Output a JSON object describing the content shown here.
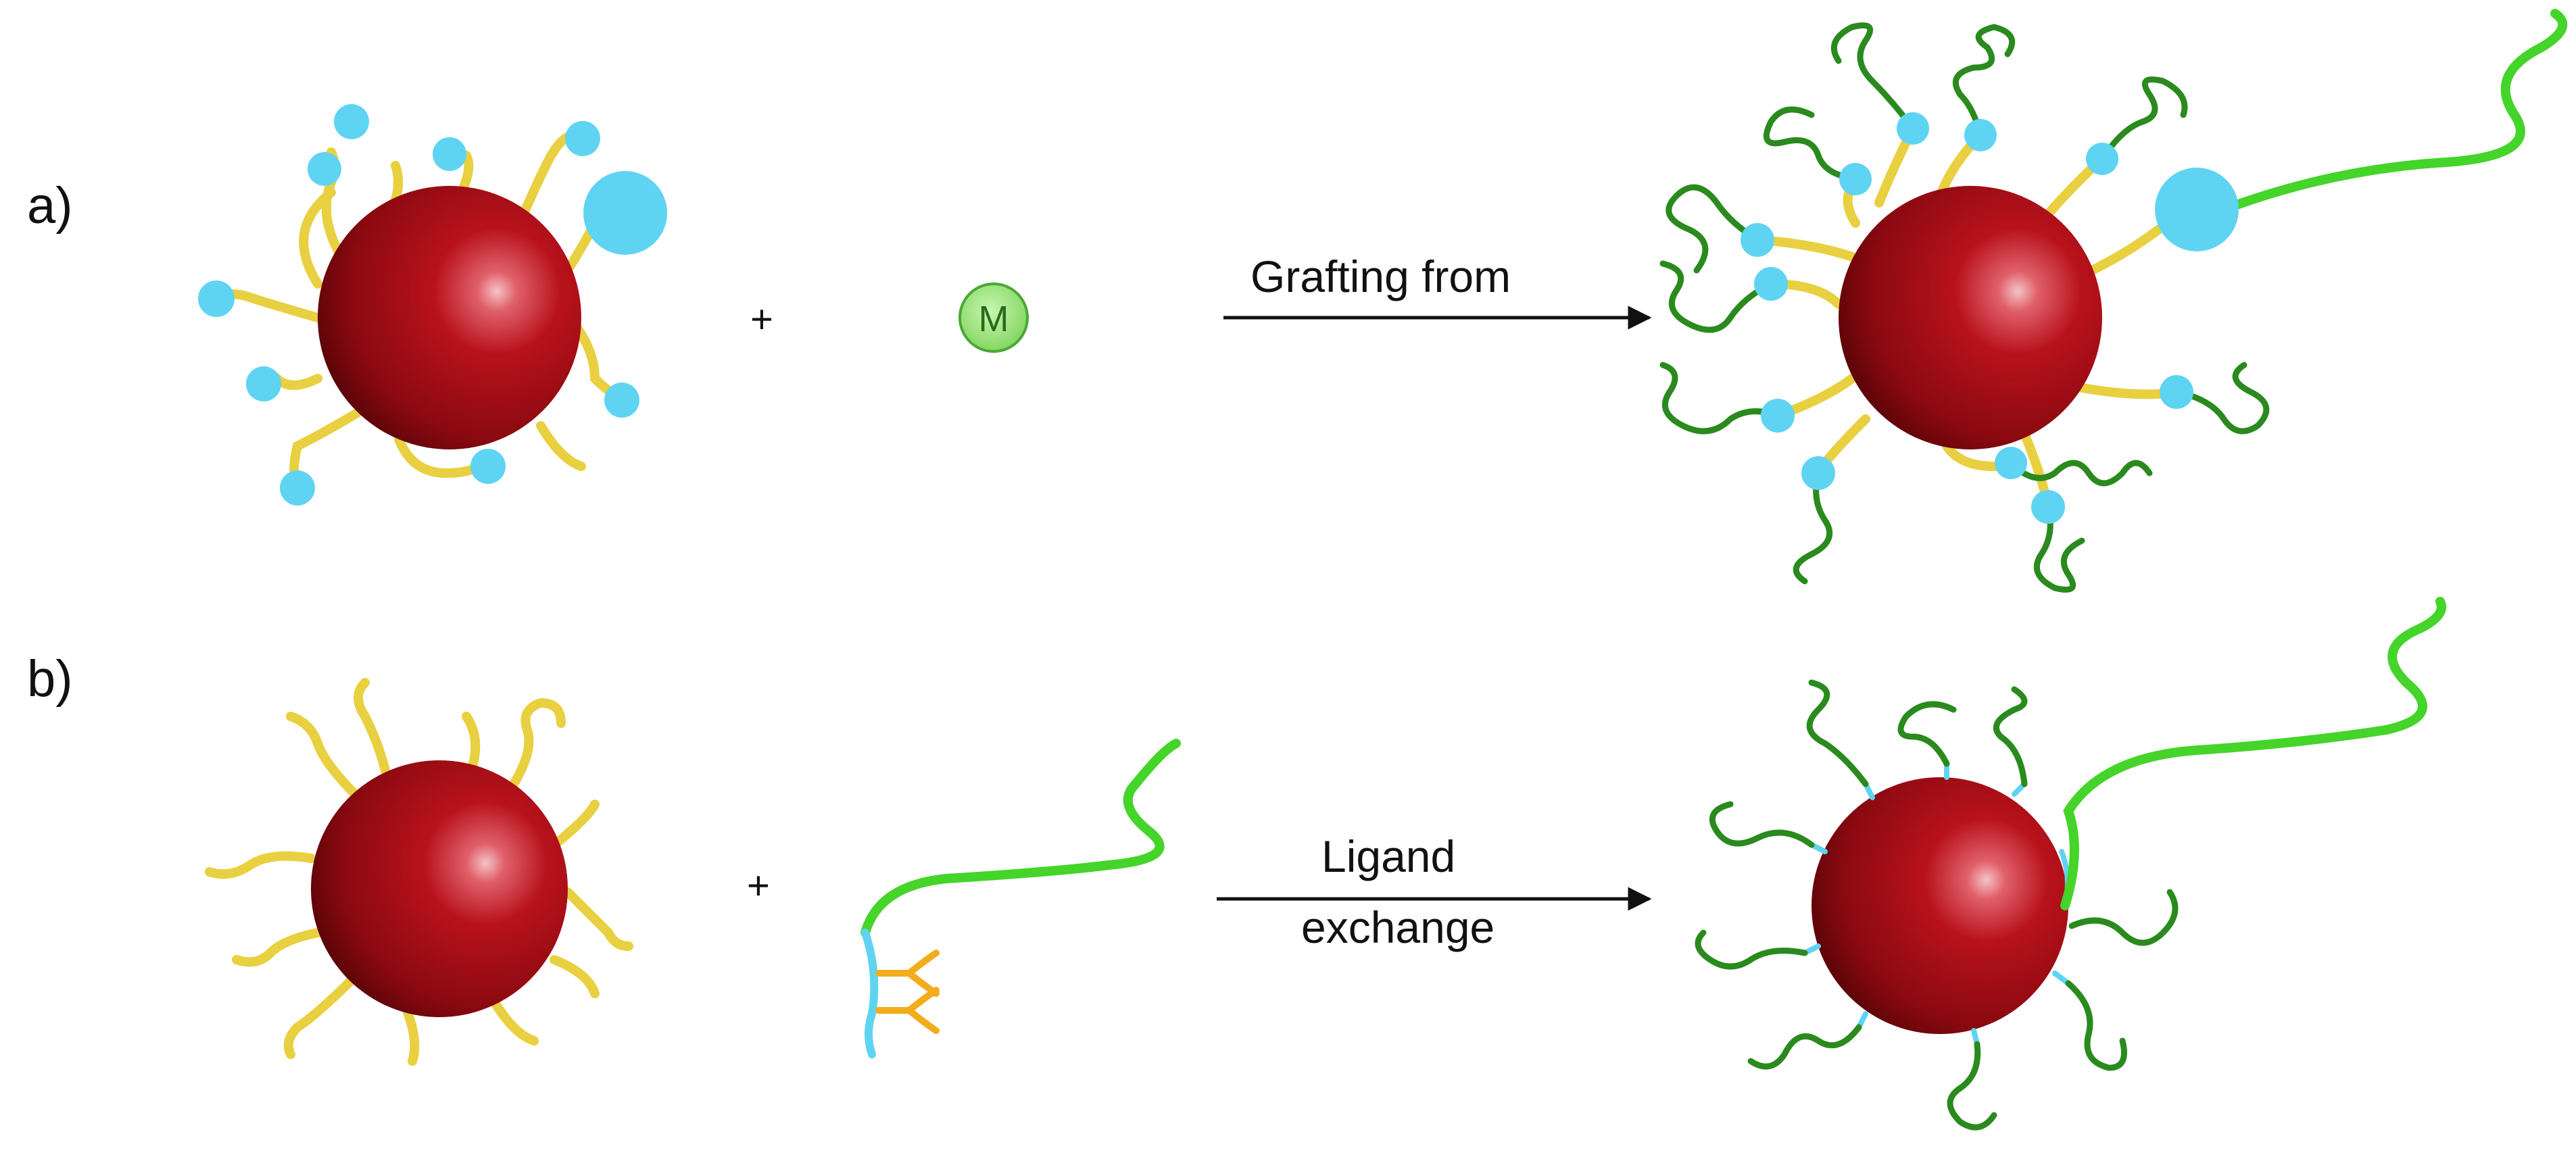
{
  "panel_a": {
    "label": "a)",
    "plus": "+",
    "monomer_symbol": "M",
    "arrow_label": "Grafting from"
  },
  "panel_b": {
    "label": "b)",
    "plus": "+",
    "arrow_label_line1": "Ligand",
    "arrow_label_line2": "exchange"
  },
  "colors": {
    "particle_core": "#9b0a12",
    "particle_highlight": "#f2b8bc",
    "ligand": "#e8d040",
    "initiator": "#5fd4f2",
    "polymer_dark": "#2a8a1e",
    "polymer_light": "#45d42a",
    "monomer_fill": "#a8ec88",
    "anchor": "#f2ac1c",
    "arrow": "#111111",
    "text": "#111111"
  }
}
